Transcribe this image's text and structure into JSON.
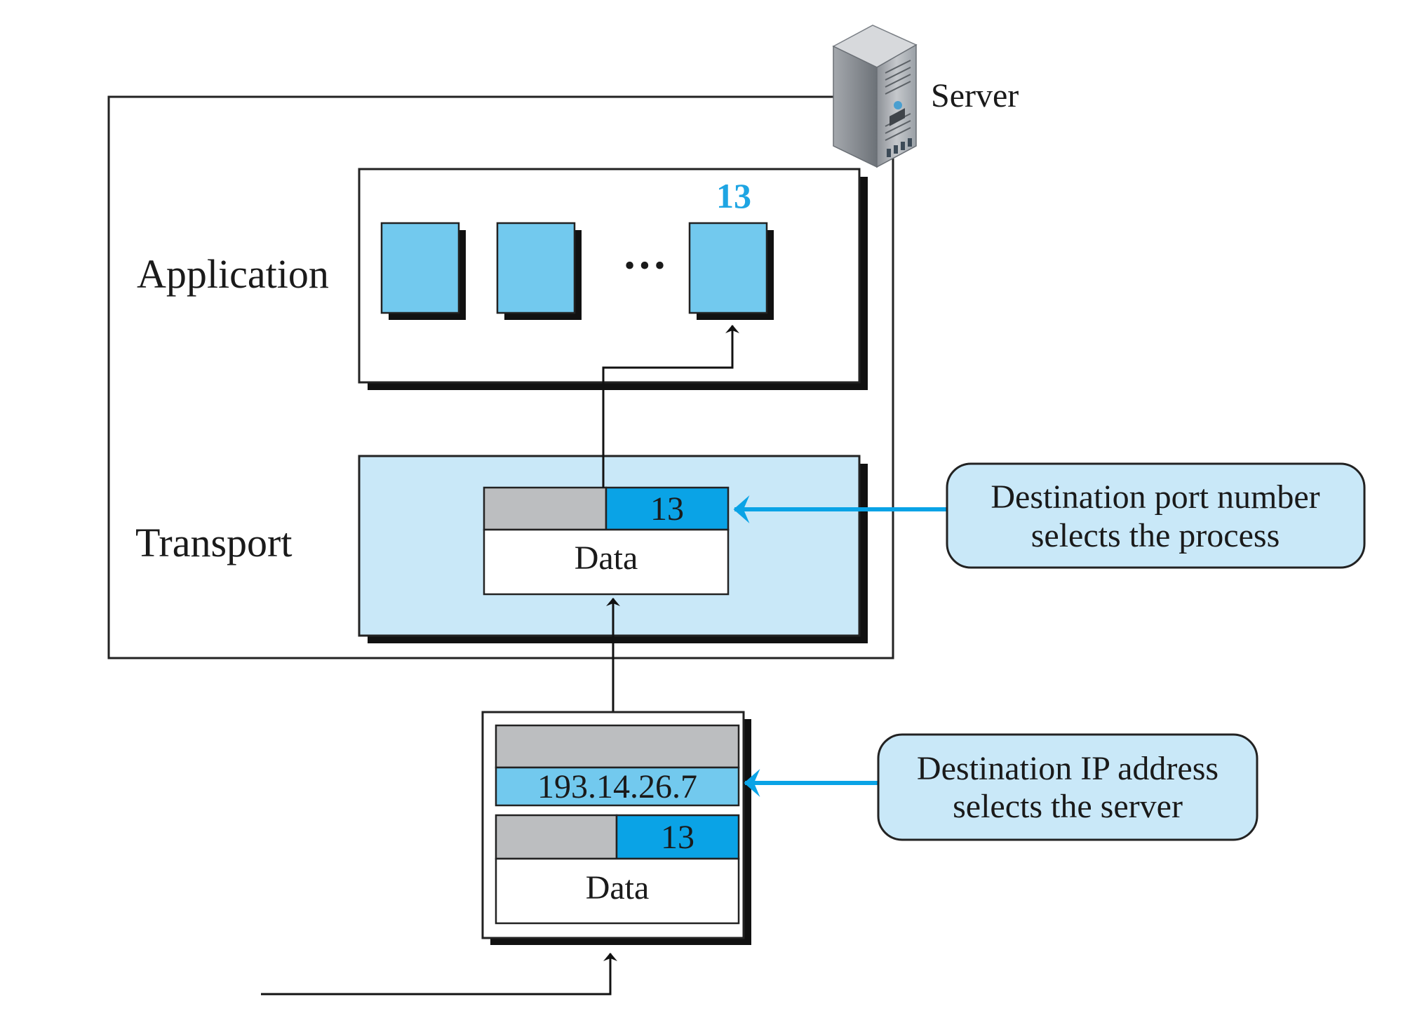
{
  "server": {
    "label": "Server",
    "icon": "server-tower-icon"
  },
  "layers": {
    "application": {
      "label": "Application",
      "selected_port": "13",
      "ellipsis": "•••"
    },
    "transport": {
      "label": "Transport",
      "segment": {
        "port": "13",
        "data": "Data"
      }
    }
  },
  "datagram": {
    "ip_address": "193.14.26.7",
    "segment": {
      "port": "13",
      "data": "Data"
    }
  },
  "callouts": {
    "port": {
      "line1": "Destination port number",
      "line2": "selects the process"
    },
    "ip": {
      "line1": "Destination IP address",
      "line2": "selects the server"
    }
  },
  "colors": {
    "process_fill": "#72c9ee",
    "transport_fill": "#c9e8f8",
    "port_field": "#0aa3e6",
    "ip_field": "#72c9ee",
    "header_gray": "#bcbec0",
    "callout_fill": "#c9e8f8",
    "arrow_blue": "#0aa3e6",
    "accent_text": "#1ea5e3",
    "shadow": "#111111"
  }
}
